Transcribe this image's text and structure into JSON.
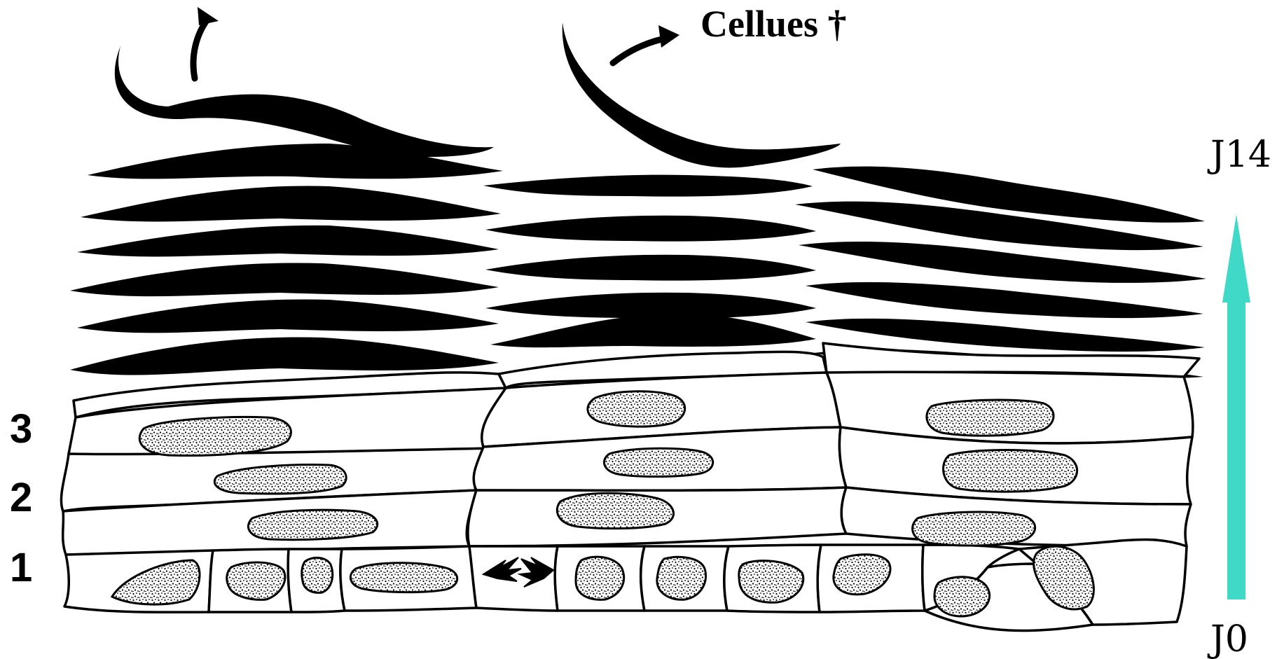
{
  "annotation": {
    "dead_cells_label": "Cellues †"
  },
  "time_axis": {
    "top_label": "J14",
    "bottom_label": "J0",
    "arrow_color": "#40d9c8"
  },
  "layers": {
    "labels": [
      "3",
      "2",
      "1"
    ]
  },
  "colors": {
    "ink": "#000000",
    "cell_fill": "#ffffff",
    "background": "#ffffff"
  }
}
